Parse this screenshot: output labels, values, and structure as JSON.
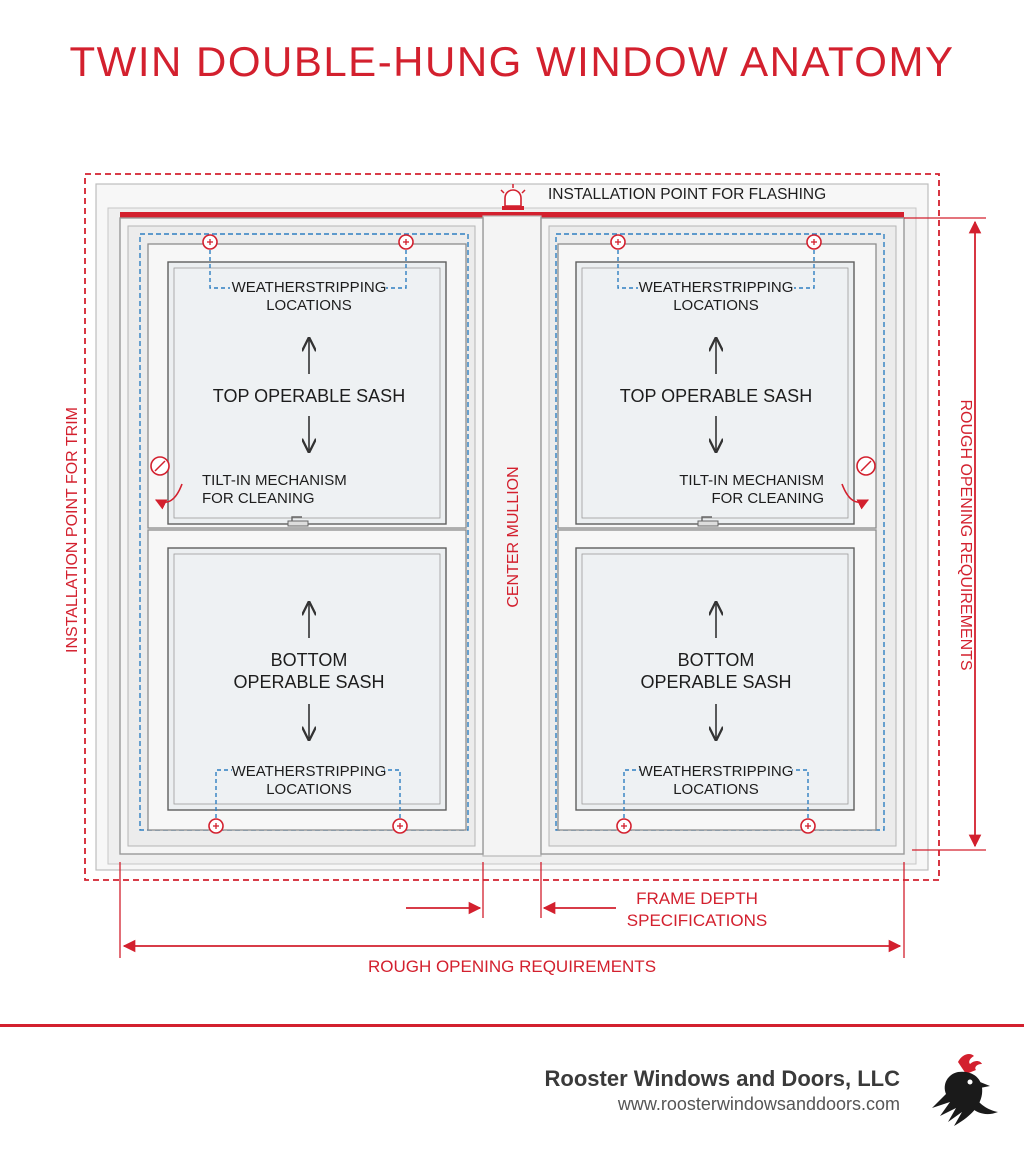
{
  "title": "TWIN DOUBLE-HUNG WINDOW ANATOMY",
  "labels": {
    "flashing": "INSTALLATION POINT FOR FLASHING",
    "trim": "INSTALLATION POINT FOR TRIM",
    "center_mullion": "CENTER MULLION",
    "rough_right": "ROUGH OPENING REQUIREMENTS",
    "rough_bottom": "ROUGH OPENING REQUIREMENTS",
    "frame_depth_1": "FRAME DEPTH",
    "frame_depth_2": "SPECIFICATIONS",
    "weather_1": "WEATHERSTRIPPING",
    "weather_2": "LOCATIONS",
    "top_sash": "TOP OPERABLE SASH",
    "bottom_sash_1": "BOTTOM",
    "bottom_sash_2": "OPERABLE SASH",
    "tilt_1": "TILT-IN MECHANISM",
    "tilt_2": "FOR CLEANING"
  },
  "footer": {
    "company": "Rooster Windows and Doors, LLC",
    "website": "www.roosterwindowsanddoors.com"
  },
  "colors": {
    "accent": "#d3202e",
    "frame": "#f2f2f2",
    "glass": "#eceff1",
    "weatherstrip": "#2f7fc1"
  },
  "icons": [
    "flashing-alarm-icon",
    "weatherstrip-marker-icon",
    "tilt-arrow-icon",
    "sash-lock-icon",
    "rooster-logo-icon"
  ]
}
